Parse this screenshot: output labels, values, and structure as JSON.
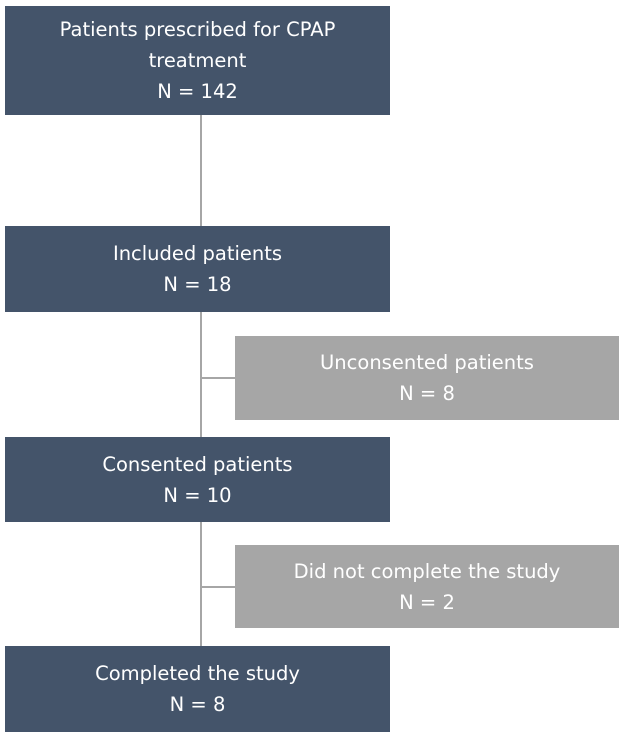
{
  "flowchart": {
    "prescribed": {
      "title": "Patients prescribed for CPAP",
      "title_line2": "treatment",
      "count": "N = 142"
    },
    "included": {
      "title": "Included patients",
      "count": "N = 18"
    },
    "unconsented": {
      "title": "Unconsented patients",
      "count": "N = 8"
    },
    "consented": {
      "title": "Consented patients",
      "count": "N = 10"
    },
    "not_completed": {
      "title": "Did not complete the study",
      "count": "N = 2"
    },
    "completed": {
      "title": "Completed the study",
      "count": "N = 8"
    }
  },
  "colors": {
    "main_box": "#44546a",
    "side_box": "#a6a6a6",
    "connector": "#a6a6a6",
    "text": "#ffffff"
  }
}
